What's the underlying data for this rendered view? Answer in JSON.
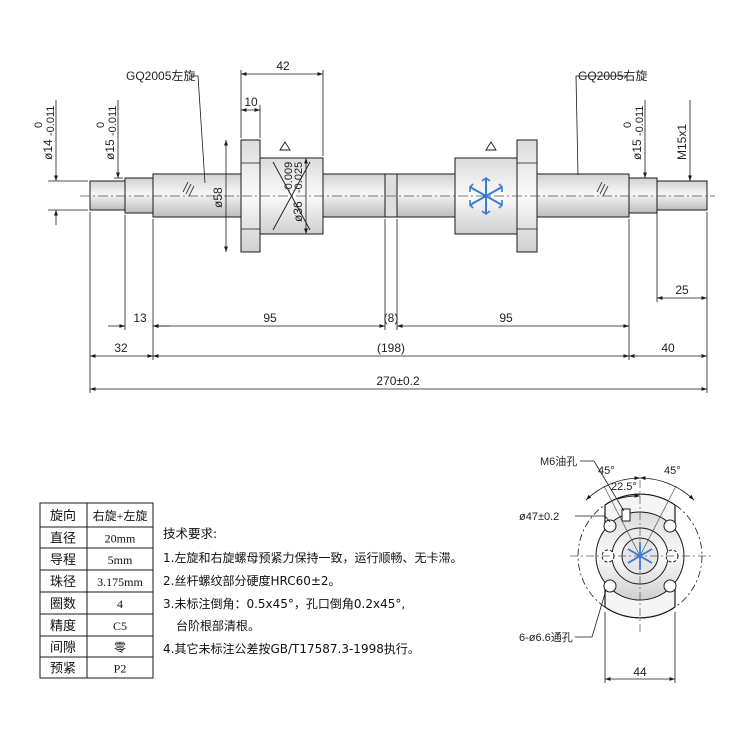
{
  "labels": {
    "left_thread": "GQ2005左旋",
    "right_thread": "GQ2005右旋",
    "dia14": "ø14",
    "dia15_left": "ø15",
    "dia15_right": "ø15",
    "tol_upper": "0",
    "tol_lower": "-0.011",
    "thread_m15": "M15x1",
    "dia58": "ø58",
    "dia36": "ø36",
    "dia36_tol_upper": "-0.009",
    "dia36_tol_lower": "-0.025",
    "dim42": "42",
    "dim10": "10",
    "dim13": "13",
    "dim95_left": "95",
    "dim8": "(8)",
    "dim95_right": "95",
    "dim25": "25",
    "dim32": "32",
    "dim198": "(198)",
    "dim40": "40",
    "dim270": "270±0.2",
    "m6_hole": "M6油孔",
    "angle45_left": "45°",
    "angle45_right": "45°",
    "angle22": "22.5°",
    "dia47": "ø47±0.2",
    "holes": "6-ø6.6通孔",
    "dim44": "44"
  },
  "specs": [
    {
      "key": "旋向",
      "value": "右旋+左旋"
    },
    {
      "key": "直径",
      "value": "20mm"
    },
    {
      "key": "导程",
      "value": "5mm"
    },
    {
      "key": "珠径",
      "value": "3.175mm"
    },
    {
      "key": "圈数",
      "value": "4"
    },
    {
      "key": "精度",
      "value": "C5"
    },
    {
      "key": "间隙",
      "value": "零"
    },
    {
      "key": "预紧",
      "value": "P2"
    }
  ],
  "requirements": {
    "title": "技术要求:",
    "items": [
      "1.左旋和右旋螺母预紧力保持一致，运行顺畅、无卡滞。",
      "2.丝杆螺纹部分硬度HRC60±2。",
      "3.未标注倒角：0.5x45°，孔口倒角0.2x45°,",
      "台阶根部清根。",
      "4.其它未标注公差按GB/T17587.3-1998执行。"
    ]
  },
  "colors": {
    "line": "#1a1a1a",
    "shaft_fill": "#e9e9e9",
    "nut_fill": "#f3f3f3",
    "logo": "#3a7bd5"
  }
}
